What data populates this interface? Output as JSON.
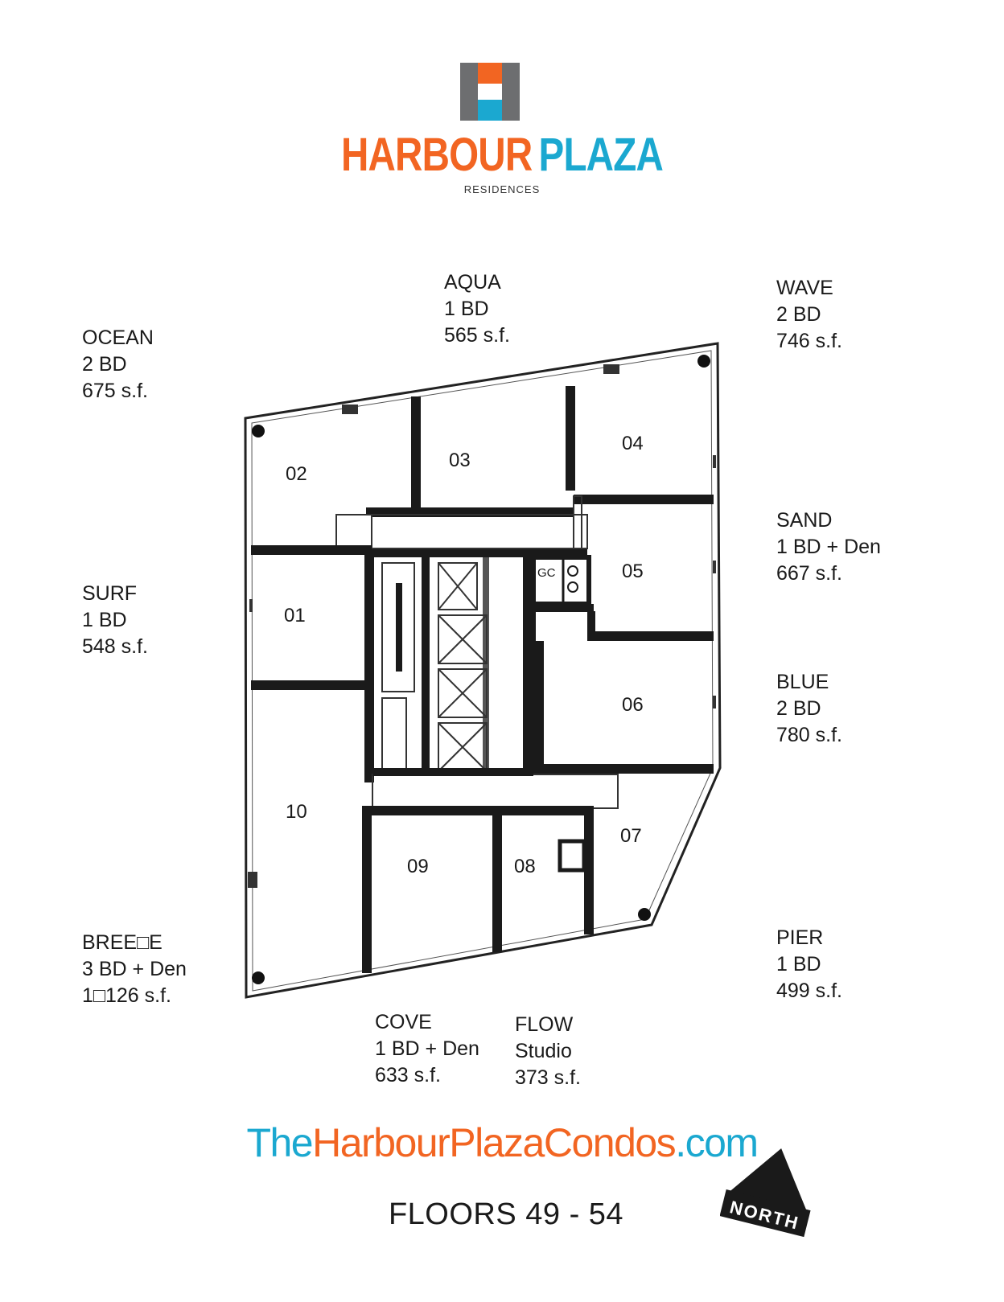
{
  "brand": {
    "word1": "HARBOUR",
    "word2": "PLAZA",
    "subtitle": "RESIDENCES",
    "colors": {
      "orange": "#f26522",
      "blue": "#1ba8d0",
      "grey": "#6d6e70"
    }
  },
  "units": [
    {
      "id": "02",
      "name": "OCEAN",
      "beds": "2 BD",
      "area": "675 s.f."
    },
    {
      "id": "03",
      "name": "AQUA",
      "beds": "1 BD",
      "area": "565 s.f."
    },
    {
      "id": "04",
      "name": "WAVE",
      "beds": "2 BD",
      "area": "746 s.f."
    },
    {
      "id": "05",
      "name": "SAND",
      "beds": "1 BD + Den",
      "area": "667 s.f."
    },
    {
      "id": "01",
      "name": "SURF",
      "beds": "1 BD",
      "area": "548 s.f."
    },
    {
      "id": "06",
      "name": "BLUE",
      "beds": "2 BD",
      "area": "780 s.f."
    },
    {
      "id": "10",
      "name": "BREE□E",
      "beds": "3 BD + Den",
      "area": "1□126 s.f."
    },
    {
      "id": "07",
      "name": "PIER",
      "beds": "1 BD",
      "area": "499 s.f."
    },
    {
      "id": "09",
      "name": "COVE",
      "beds": "1 BD + Den",
      "area": "633 s.f."
    },
    {
      "id": "08",
      "name": "FLOW",
      "beds": "Studio",
      "area": "373 s.f."
    }
  ],
  "plan": {
    "garbage_chute": "GC"
  },
  "website": {
    "part1": "The",
    "part2": "HarbourPlaza",
    "part3": "Condos",
    "part4": ".com"
  },
  "floors": "FLOORS 49 - 54",
  "north": "NORTH"
}
